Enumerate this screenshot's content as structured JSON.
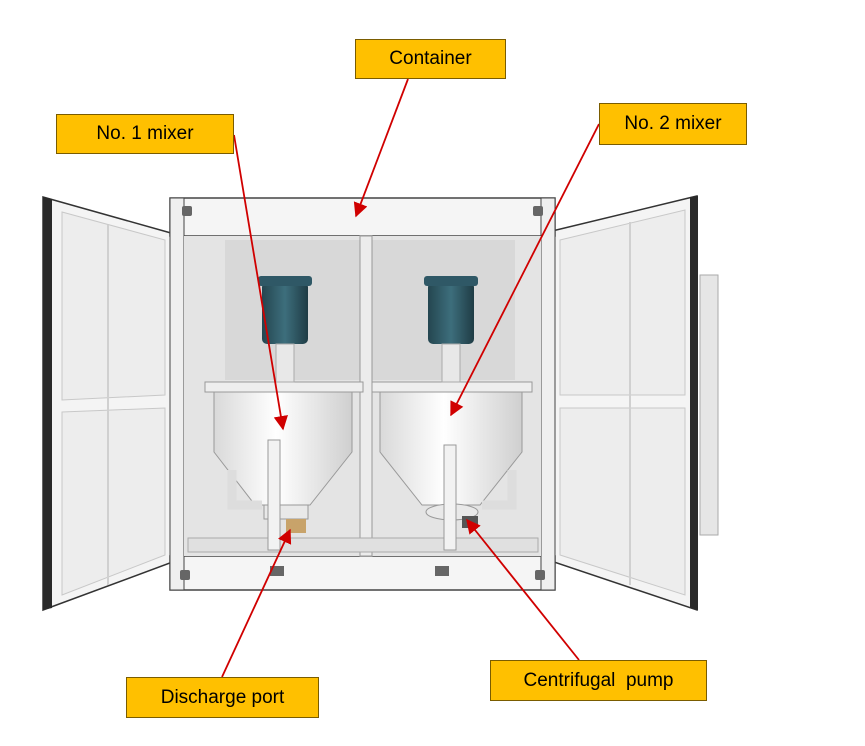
{
  "labels": {
    "container": "Container",
    "mixer1": "No. 1 mixer",
    "mixer2": "No. 2 mixer",
    "discharge_port": "Discharge port",
    "centrifugal_pump": "Centrifugal  pump"
  },
  "colors": {
    "label_fill": "#FFC000",
    "arrow": "#d00000",
    "motor": "#2f5866",
    "body": "#f2f2f2"
  }
}
